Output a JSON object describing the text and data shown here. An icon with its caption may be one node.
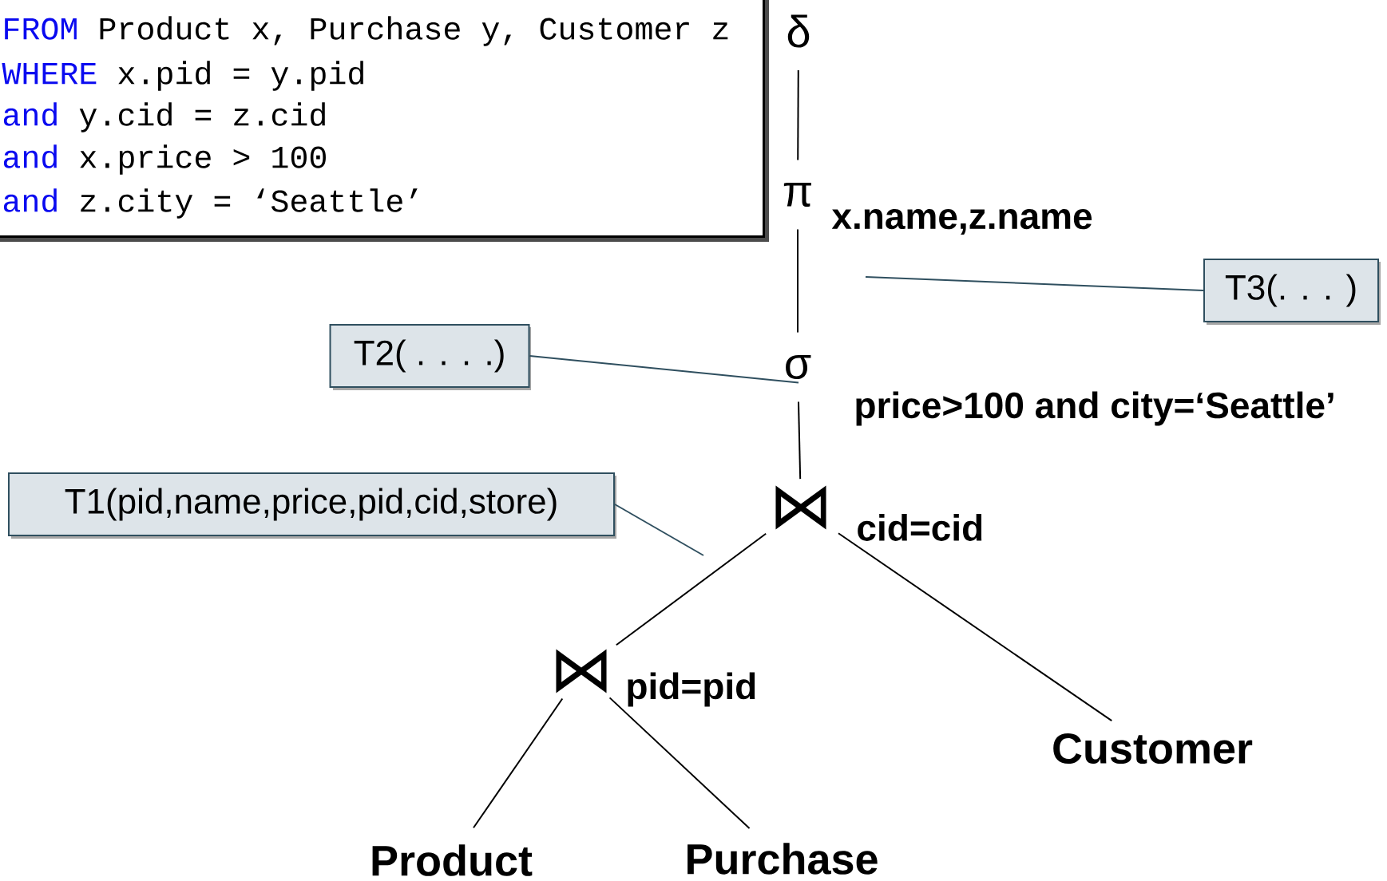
{
  "diagram": {
    "nodes": [
      {
        "text": [
          "FROM",
          "Product x, Purchase y, Customer z",
          "WHERE",
          "x.pid = y.pid",
          "and",
          "y.cid = z.cid",
          "and",
          "x.price > 100",
          "and",
          "z.city = ‘Seattle’"
        ]
      },
      {
        "text": [
          "δ"
        ]
      },
      {
        "text": [
          "π"
        ],
        "beside": [
          "x.name,z.name"
        ]
      },
      {
        "text": [
          "σ"
        ],
        "beside": [
          "price>100 and city=‘Seattle’"
        ]
      },
      {
        "text": [
          "⋈"
        ],
        "beside": [
          "cid=cid"
        ]
      },
      {
        "text": [
          "⋈"
        ],
        "beside": [
          "pid=pid"
        ]
      },
      {
        "text": [
          "Product"
        ]
      },
      {
        "text": [
          "Purchase"
        ]
      },
      {
        "text": [
          "Customer"
        ]
      },
      {
        "text": [
          "T1(pid,name,price,pid,cid,store)"
        ]
      },
      {
        "text": [
          "T2( . . . .)"
        ]
      },
      {
        "text": [
          "T3(. . . )"
        ]
      }
    ],
    "edges": [
      {
        "from": 1,
        "to": 2,
        "arrow": "none"
      },
      {
        "from": 2,
        "to": 3,
        "arrow": "none"
      },
      {
        "from": 3,
        "to": 4,
        "arrow": "none"
      },
      {
        "from": 4,
        "to": 5,
        "arrow": "none"
      },
      {
        "from": 4,
        "to": 8,
        "arrow": "none"
      },
      {
        "from": 5,
        "to": 6,
        "arrow": "none"
      },
      {
        "from": 5,
        "to": 7,
        "arrow": "none"
      },
      {
        "from": 9,
        "to": null,
        "arrow": "none",
        "color": "#2f4f5f"
      },
      {
        "from": 10,
        "to": 3,
        "arrow": "none",
        "color": "#2f4f5f"
      },
      {
        "from": 11,
        "to": null,
        "arrow": "none",
        "color": "#2f4f5f"
      }
    ]
  }
}
